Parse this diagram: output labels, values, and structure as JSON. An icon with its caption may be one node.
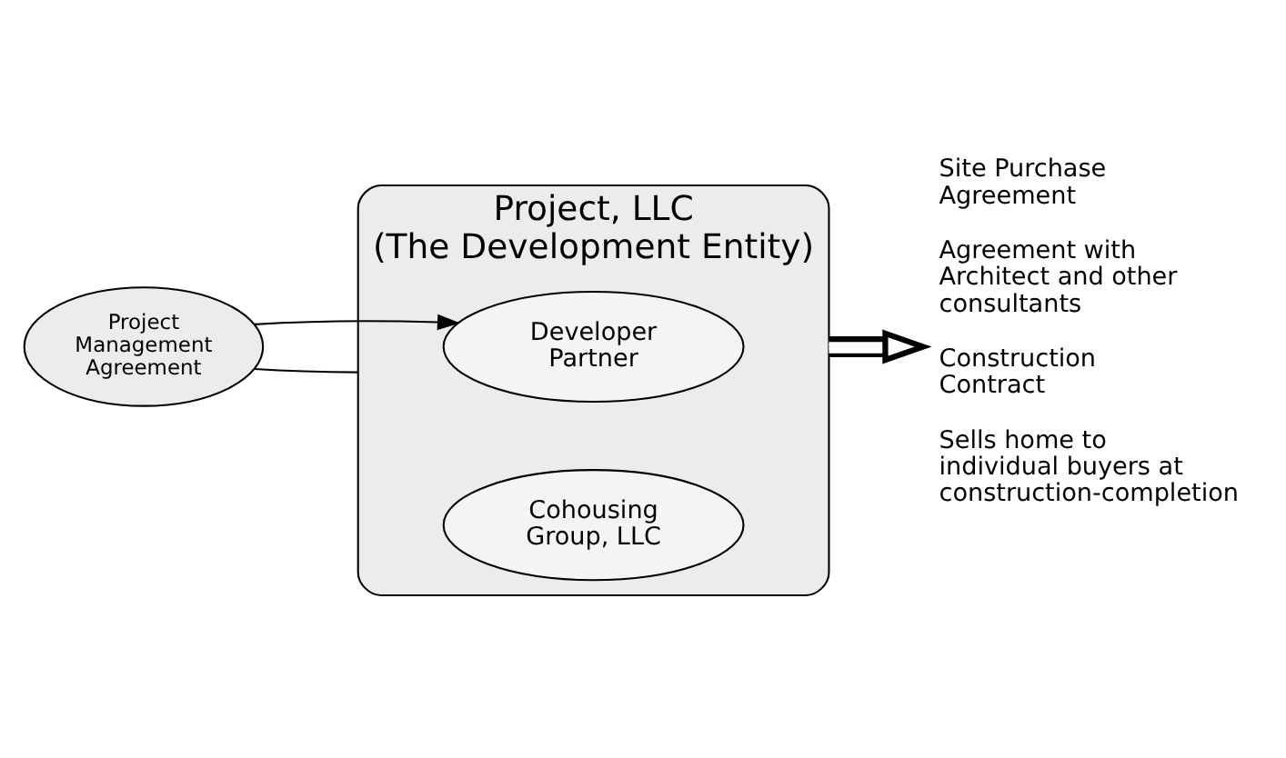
{
  "diagram": {
    "nodes": [
      {
        "text": [
          "Project Management Agreement"
        ]
      },
      {
        "text": [
          "Project, LLC",
          "(The Development Entity)"
        ]
      },
      {
        "text": [
          "Developer Partner"
        ],
        "in": 1
      },
      {
        "text": [
          "Cohousing Group, LLC"
        ],
        "in": 1
      },
      {
        "text": [
          "Site Purchase Agreement",
          "Agreement with Architect and other consultants",
          "Construction Contract",
          "Sells home to individual buyers at construction-completion"
        ]
      }
    ],
    "edges": [
      {
        "from": 1,
        "to": 0,
        "arrow": "none"
      },
      {
        "from": 0,
        "to": 2,
        "arrow": "to"
      },
      {
        "from": 1,
        "to": 4,
        "arrow": "to",
        "style": "thick"
      }
    ]
  }
}
